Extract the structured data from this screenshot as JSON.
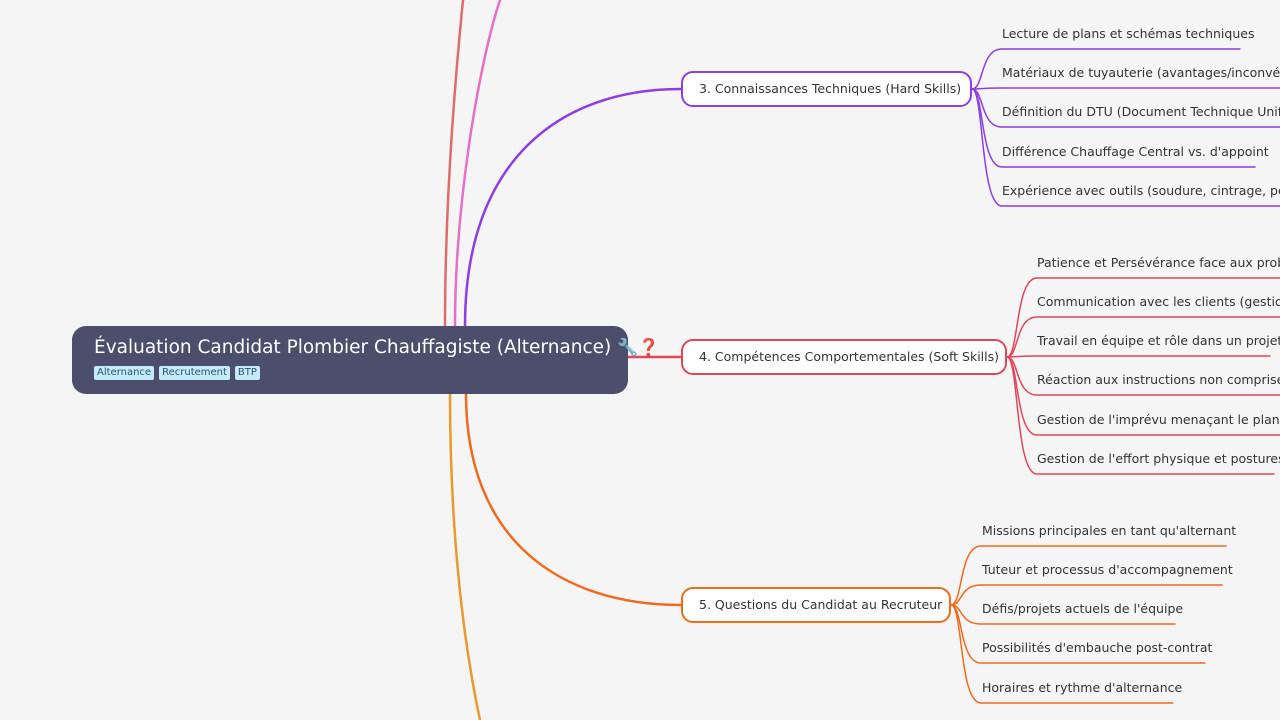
{
  "root": {
    "title": "Évaluation Candidat Plombier Chauffagiste (Alternance)",
    "emoji": "🔧❓",
    "tags": [
      "Alternance",
      "Recrutement",
      "BTP"
    ]
  },
  "colors": {
    "root_bg": "#4b4f6b",
    "branch3": "#8d3ee0",
    "branch4": "#e0475b",
    "branch5": "#f06a1d",
    "top_pink": "#e56fc9",
    "top_red": "#e06b6b",
    "bottom_orange": "#e89a2b"
  },
  "branches": [
    {
      "label": "3. Connaissances Techniques (Hard Skills)",
      "color": "#8d3ee0",
      "children": [
        "Lecture de plans et schémas techniques",
        "Matériaux de tuyauterie (avantages/inconvénie",
        "Définition du DTU (Document Technique Unifié",
        "Différence Chauffage Central vs. d'appoint",
        "Expérience avec outils (soudure, cintrage, perc"
      ]
    },
    {
      "label": "4. Compétences Comportementales (Soft Skills)",
      "color": "#e0475b",
      "children": [
        "Patience et Persévérance face aux problè",
        "Communication avec les clients (gestion",
        "Travail en équipe et rôle dans un projet",
        "Réaction aux instructions non comprises",
        "Gestion de l'imprévu menaçant le planni",
        "Gestion de l'effort physique et postures"
      ]
    },
    {
      "label": "5. Questions du Candidat au Recruteur",
      "color": "#f06a1d",
      "children": [
        "Missions principales en tant qu'alternant",
        "Tuteur et processus d'accompagnement",
        "Défis/projets actuels de l'équipe",
        "Possibilités d'embauche post-contrat",
        "Horaires et rythme d'alternance"
      ]
    }
  ]
}
